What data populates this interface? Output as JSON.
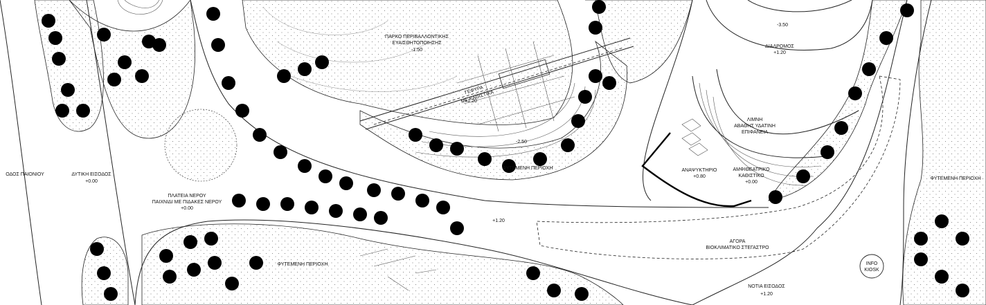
{
  "labels": {
    "park": "ΠΑΡΚΟ ΠΕΡΙΒΑΛΛΟΝΤΙΚΗΣ",
    "park2": "ΕΥΑΙΣΘΗΤΟΠΟΙΗΣΗΣ",
    "park_lvl": "-1.50",
    "bridge": "ΓΕΦΥΡΑ",
    "bridge2": "ΜΕ ΚΑΘΙΣΤΙΚΑ",
    "bridge_lvl": "+1.20",
    "lvl_m250": "-2.50",
    "planted_center": "ΦΥΤΕΜΕΝΗ ΠΕΡΙΟΧΗ",
    "top_lvl": "-3.50",
    "corridor": "ΔΙΑΔΡΟΜΟΣ",
    "corridor_lvl": "+1.20",
    "lake": "ΛΙΜΝΗ",
    "lake2": "ΑΒΑΘΗΣ ΥΔΑΤΙΝΗ",
    "lake3": "ΕΠΙΦΑΝΕΙΑ",
    "kiosk": "ΑΝΑΨΥΚΤΗΡΙΟ",
    "kiosk_lvl": "+0.80",
    "amph": "ΑΜΦΙΘΕΑΤΡΙΚΟ",
    "amph2": "ΚΑΘΙΣΤΙΚΟ",
    "amph_lvl": "+0.00",
    "street": "ΟΔΟΣ ΠΑΙΟΝΙΟΥ",
    "west": "ΔΥΤΙΚΗ ΕΙΣΟΔΟΣ",
    "west_lvl": "+0.00",
    "water": "ΠΛΑΤΕΙΑ ΝΕΡΟΥ",
    "water2": "ΠΑΙΧΝΙΔΙ ΜΕ ΠΙΔΑΚΕΣ ΝΕΡΟΥ",
    "water_lvl": "+0.00",
    "mid_lvl": "+1.20",
    "agora": "ΑΓΟΡΑ",
    "agora2": "ΒΙΟΚΛΙΜΑΤΙΚΟ ΣΤΕΓΑΣΤΡΟ",
    "planted_right": "ΦΥΤΕΜΕΝΗ ΠΕΡΙΟΧΗ",
    "planted_bottom": "ΦΥΤΕΜΕΝΗ ΠΕΡΙΟΧΗ",
    "info": "INFO",
    "info2": "KIOSK",
    "south": "ΝΟΤΙΑ ΕΙΣΟΔΟΣ",
    "south_lvl": "+1.20"
  },
  "colors": {
    "line": "#222222",
    "background": "#ffffff",
    "accent_line": "#000000"
  }
}
